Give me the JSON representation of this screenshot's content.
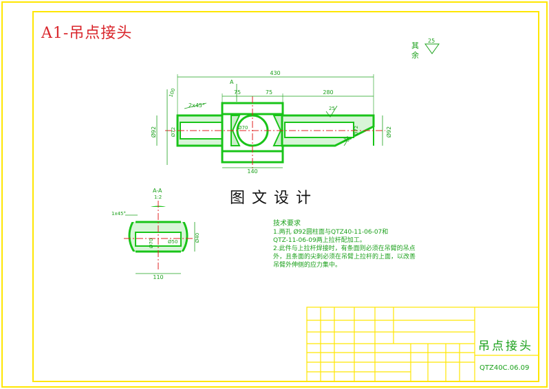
{
  "drawing": {
    "title": "A1-吊点接头",
    "watermark": "图文设计",
    "roughness_label": "其余",
    "roughness_value": "25"
  },
  "main_view": {
    "dims": {
      "overall_length": "430",
      "seg1": "75",
      "seg2": "75",
      "seg3": "280",
      "chamfer": "2x45°",
      "left_dia": "Ø92",
      "inner_dia_left": "Ø72",
      "inner_dia_right": "Ø72",
      "right_dia": "Ø92",
      "hole_dia": "Ø70",
      "bottom_width": "140",
      "angle": "30°",
      "section_mark": "A",
      "length_left": "100",
      "rough_mark": "25"
    }
  },
  "section_view": {
    "label": "A-A",
    "scale": "1:2",
    "chamfer": "1x45°",
    "dia1": "Ø70",
    "dia2": "Ø50",
    "dia3": "Ø40",
    "width": "110"
  },
  "notes": {
    "heading": "技术要求",
    "lines": [
      "1.两孔 Ø92圆柱面与QTZ40-11-06-07和",
      "QTZ-11-06-09两上拉杆配加工。",
      "2.此件与上拉杆焊接时，有条面则必须在吊臂的吊点",
      "外，且条面的尖刺必须在吊臂上拉杆的上面，以改善",
      "吊臂外伸侧的应力集中。"
    ]
  },
  "title_block": {
    "part_name": "吊点接头",
    "drawing_code": "QTZ40C.06.09"
  },
  "colors": {
    "border": "#ffe600",
    "outline": "#19c419",
    "centerline": "#e02020",
    "dims": "#1aa01a",
    "title": "#d9252b"
  }
}
